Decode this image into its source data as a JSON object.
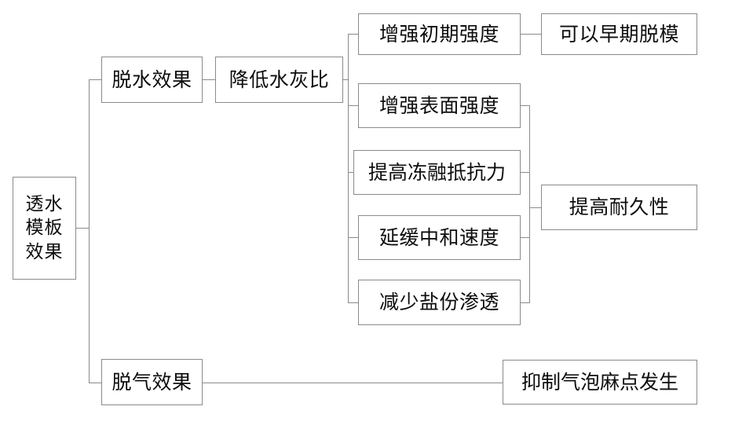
{
  "diagram": {
    "title": "透水模板效果",
    "type": "tree-diagram",
    "colors": {
      "background": "#ffffff",
      "border": "#8a8a8a",
      "text": "#0d0d0d",
      "connector": "#8a8a8a"
    },
    "nodes": {
      "root": "透水\n模板\n效果",
      "dehydration": "脱水效果",
      "lower_wc_ratio": "降低水灰比",
      "early_strength": "增强初期强度",
      "surface_strength": "增强表面强度",
      "freeze_thaw": "提高冻融抵抗力",
      "neutralization": "延缓中和速度",
      "salt_penetration": "减少盐份渗透",
      "early_demold": "可以早期脱模",
      "durability": "提高耐久性",
      "degassing": "脱气效果",
      "bubble_suppression": "抑制气泡麻点发生"
    }
  }
}
